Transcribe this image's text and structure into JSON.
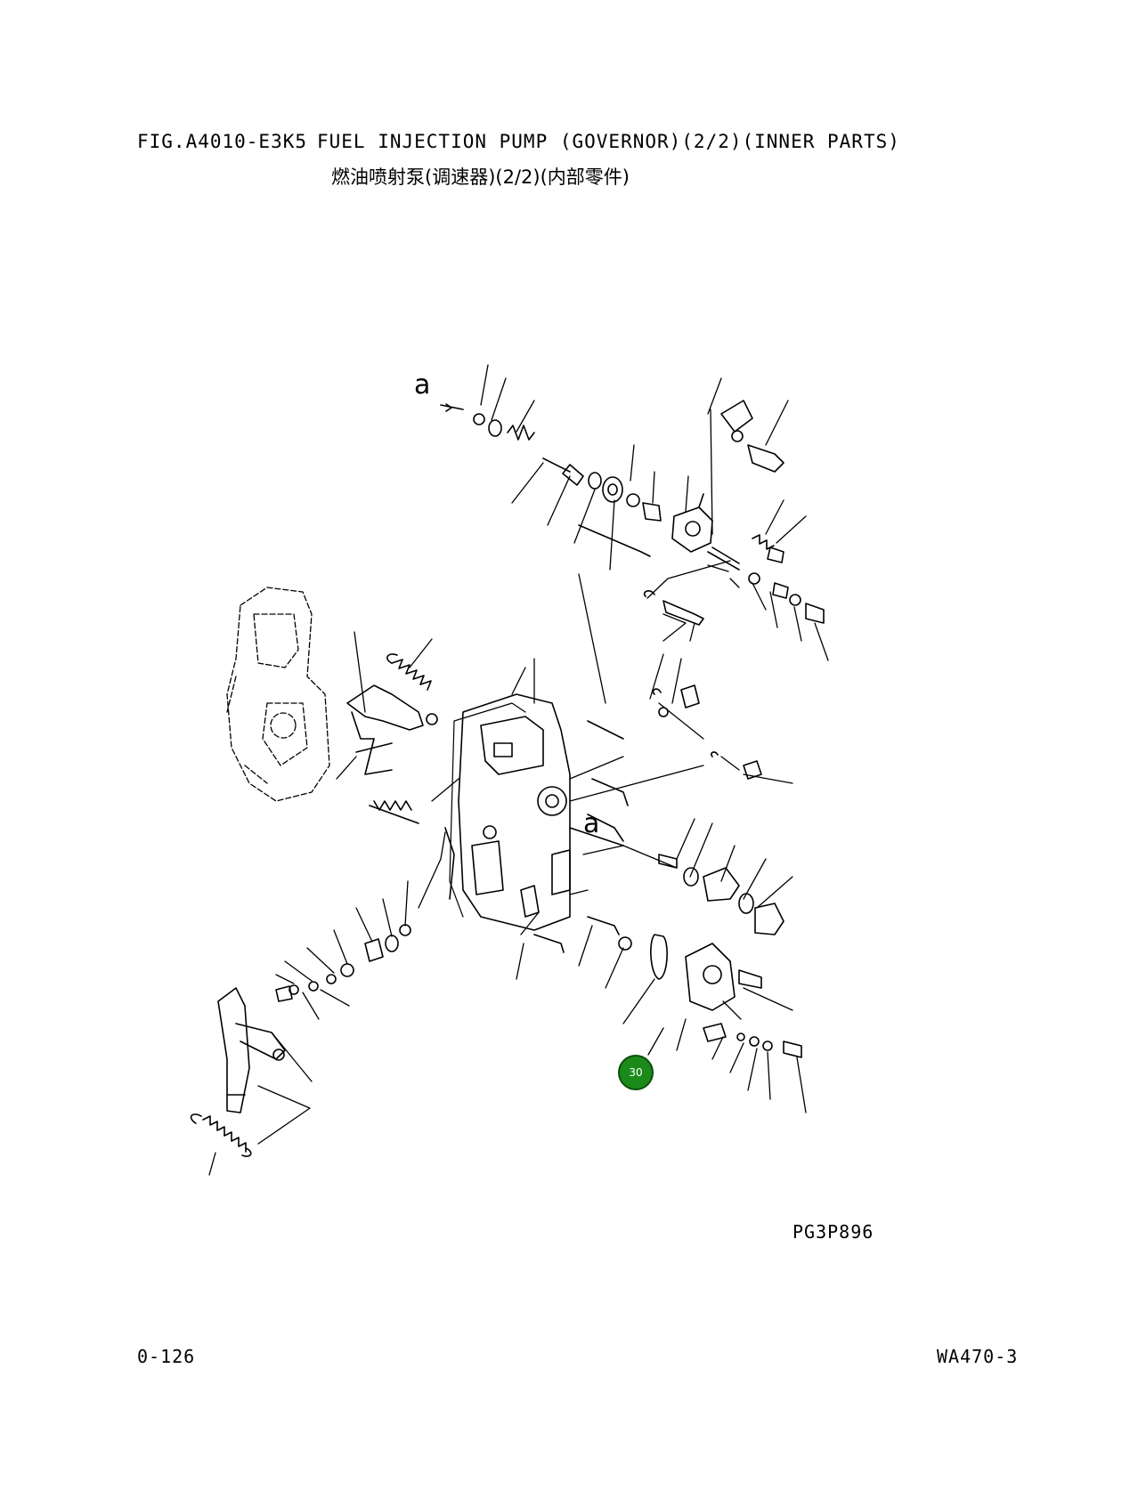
{
  "header": {
    "fig_code": "FIG.A4010-E3K5",
    "title_en": "FUEL INJECTION PUMP (GOVERNOR)(2/2)(INNER PARTS)",
    "title_cn": "燃油喷射泵(调速器)(2/2)(内部零件)"
  },
  "diagram": {
    "label_a_top": "a",
    "label_a_mid": "a",
    "callout": "30",
    "ref_code": "PG3P896"
  },
  "footer": {
    "page": "0-126",
    "model": "WA470-3"
  },
  "colors": {
    "callout_fill": "#1b8a1b",
    "line": "#000000"
  }
}
